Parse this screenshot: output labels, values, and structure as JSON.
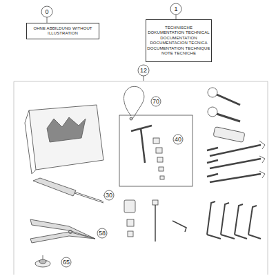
{
  "diagram": {
    "nodes": [
      {
        "text": [
          "OHNE ABBILDUNG WITHOUT ILLUSTRATION"
        ]
      },
      {
        "text": [
          "TECHNISCHE DOKUMENTATION TECHNICAL DOCUMENTATION DOCUMENTACION TECNICA DOCUMENTATION TECHNIQUE NOTE TECNICHE"
        ]
      }
    ],
    "labels": [
      "0",
      "1",
      "12",
      "70",
      "30",
      "40",
      "58",
      "65"
    ]
  }
}
